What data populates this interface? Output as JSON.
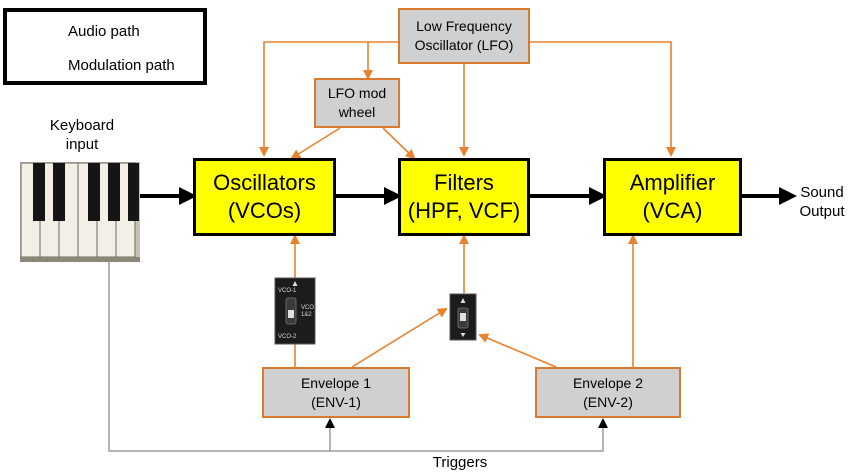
{
  "legend": {
    "audio_label": "Audio path",
    "modulation_label": "Modulation path"
  },
  "blocks": {
    "lfo": "Low Frequency\nOscillator (LFO)",
    "lfo_mod_wheel": "LFO mod\nwheel",
    "oscillators": "Oscillators\n(VCOs)",
    "filters": "Filters\n(HPF, VCF)",
    "amplifier": "Amplifier\n(VCA)",
    "envelope1": "Envelope 1\n(ENV-1)",
    "envelope2": "Envelope 2\n(ENV-2)"
  },
  "labels": {
    "keyboard": "Keyboard\ninput",
    "sound_output": "Sound\nOutput",
    "triggers": "Triggers"
  },
  "selector": {
    "top": "VCO-1",
    "middle": "VCO\n1&2",
    "bottom": "VCO-2"
  },
  "colors": {
    "audio": "#000000",
    "modulation": "#e8822e",
    "block_fill": "#ffff00",
    "aux_fill": "#d0d0d0"
  }
}
